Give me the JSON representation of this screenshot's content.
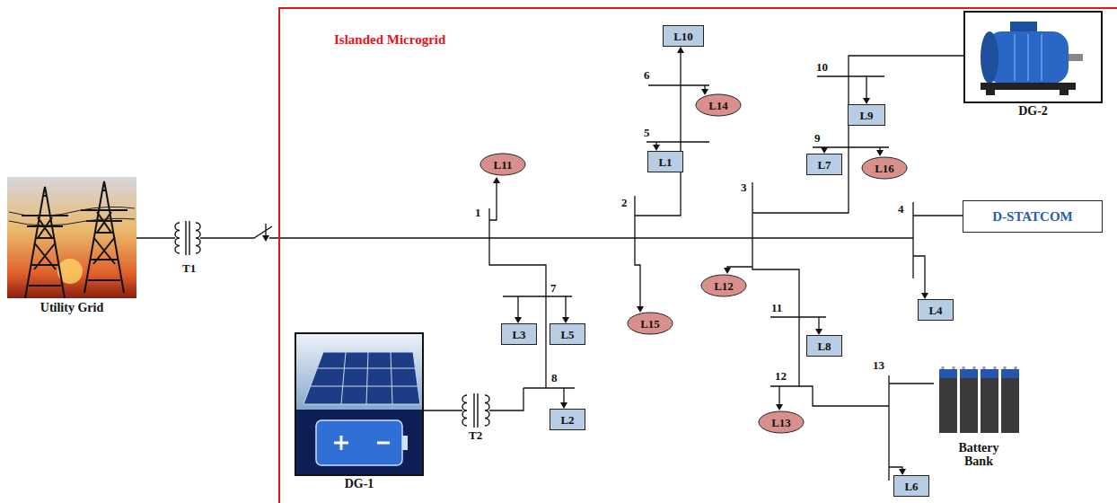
{
  "diagram": {
    "nodes": [
      {
        "text": [
          "Islanded Microgrid"
        ]
      },
      {
        "text": [
          "Utility Grid"
        ]
      },
      {
        "text": [
          "L10"
        ],
        "in": 0
      },
      {
        "text": [
          "DG-2"
        ],
        "in": 0
      },
      {
        "text": [
          "L14"
        ],
        "in": 0
      },
      {
        "text": [
          "L1"
        ],
        "in": 0
      },
      {
        "text": [
          "L9"
        ],
        "in": 0
      },
      {
        "text": [
          "L11"
        ],
        "in": 0
      },
      {
        "text": [
          "L7"
        ],
        "in": 0
      },
      {
        "text": [
          "L16"
        ],
        "in": 0
      },
      {
        "text": [
          "D-STATCOM"
        ],
        "in": 0
      },
      {
        "text": [
          "L3"
        ],
        "in": 0
      },
      {
        "text": [
          "L5"
        ],
        "in": 0
      },
      {
        "text": [
          "L15"
        ],
        "in": 0
      },
      {
        "text": [
          "L12"
        ],
        "in": 0
      },
      {
        "text": [
          "L4"
        ],
        "in": 0
      },
      {
        "text": [
          "L8"
        ],
        "in": 0
      },
      {
        "text": [
          "DG-1"
        ],
        "in": 0
      },
      {
        "text": [
          "L2"
        ],
        "in": 0
      },
      {
        "text": [
          "L13"
        ],
        "in": 0
      },
      {
        "text": [
          "Battery Bank"
        ],
        "in": 0
      },
      {
        "text": [
          "L6"
        ],
        "in": 0
      }
    ],
    "labels": [
      "T1",
      "T2",
      "1",
      "2",
      "3",
      "4",
      "5",
      "6",
      "7",
      "8",
      "9",
      "10",
      "11",
      "12",
      "13"
    ]
  }
}
